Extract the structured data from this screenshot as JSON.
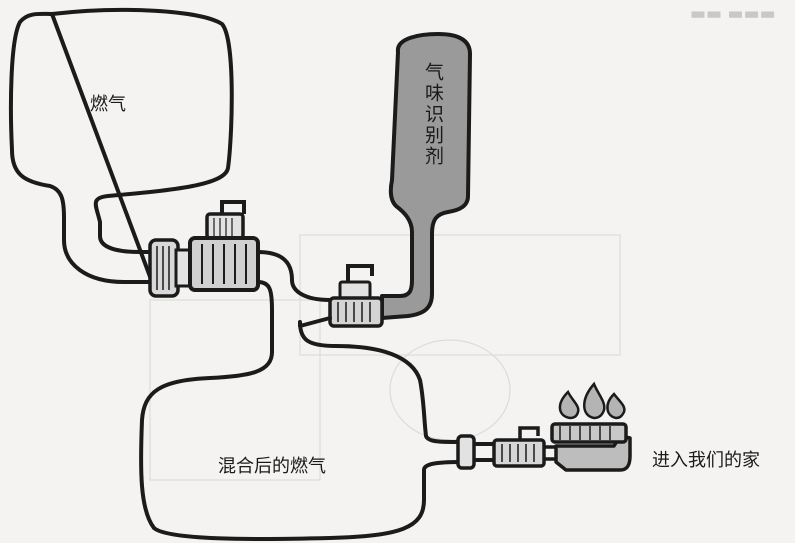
{
  "labels": {
    "gas": "燃气",
    "odorant": "气味识别剂",
    "mixed_gas": "混合后的燃气",
    "home": "进入我们的家"
  },
  "colors": {
    "line": "#1b1b1b",
    "bottle_fill": "#9a9a9a",
    "valve_fill": "#d0d0d0",
    "burner_fill": "#bdbdbd",
    "flame_fill": "#b4b4b4",
    "background": "#f4f3f1"
  }
}
